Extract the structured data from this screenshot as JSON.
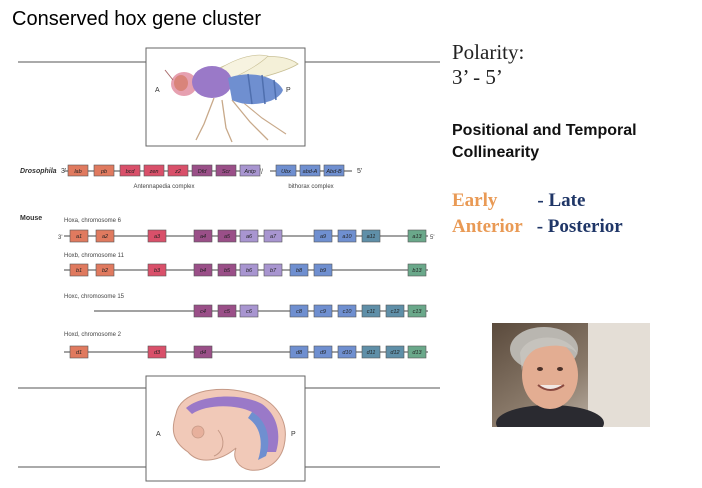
{
  "slide": {
    "title": "Conserved hox gene cluster",
    "polarity_label": "Polarity:",
    "polarity_value": "3’ - 5’",
    "collinearity_line1": "Positional and Temporal",
    "collinearity_line2": "Collinearity",
    "early": "Early",
    "late": "- Late",
    "anterior": "Anterior",
    "posterior": "- Posterior"
  },
  "colors": {
    "orange": "#e99a55",
    "navy": "#1f3667",
    "gene_orange": "#e07a5f",
    "gene_red": "#d9506a",
    "gene_purple": "#9a4f88",
    "gene_lavender": "#a895d0",
    "gene_blue": "#6f8fd0",
    "gene_teal": "#5f8fa8",
    "gene_green": "#6aa88a"
  },
  "figure": {
    "fly": {
      "anterior": "A",
      "posterior": "P"
    },
    "embryo": {
      "anterior": "A",
      "posterior": "P"
    },
    "drosophila": {
      "species": "Drosophila",
      "end3": "3'",
      "end5": "5'",
      "genes": [
        "lab",
        "pb",
        "bcd",
        "zen",
        "z2",
        "Dfd",
        "Scr",
        "Antp",
        "Ubx",
        "abd-A",
        "Abd-B"
      ],
      "complex1": "Antennapedia complex",
      "complex2": "bithorax complex"
    },
    "mouse": {
      "species": "Mouse",
      "clusters": [
        {
          "label": "Hoxa, chromosome 6",
          "genes": [
            "a1",
            "a2",
            "a3",
            "a4",
            "a5",
            "a6",
            "a7",
            "a9",
            "a10",
            "a11",
            "a13"
          ],
          "end3": "3'",
          "end5": "5'"
        },
        {
          "label": "Hoxb, chromosome 11",
          "genes": [
            "b1",
            "b2",
            "b3",
            "b4",
            "b5",
            "b6",
            "b7",
            "b8",
            "b9",
            "b13"
          ]
        },
        {
          "label": "Hoxc, chromosome 15",
          "genes": [
            "c4",
            "c5",
            "c6",
            "c8",
            "c9",
            "c10",
            "c11",
            "c12",
            "c13"
          ]
        },
        {
          "label": "Hoxd, chromosome 2",
          "genes": [
            "d1",
            "d3",
            "d4",
            "d8",
            "d9",
            "d10",
            "d11",
            "d12",
            "d13"
          ]
        }
      ]
    }
  }
}
